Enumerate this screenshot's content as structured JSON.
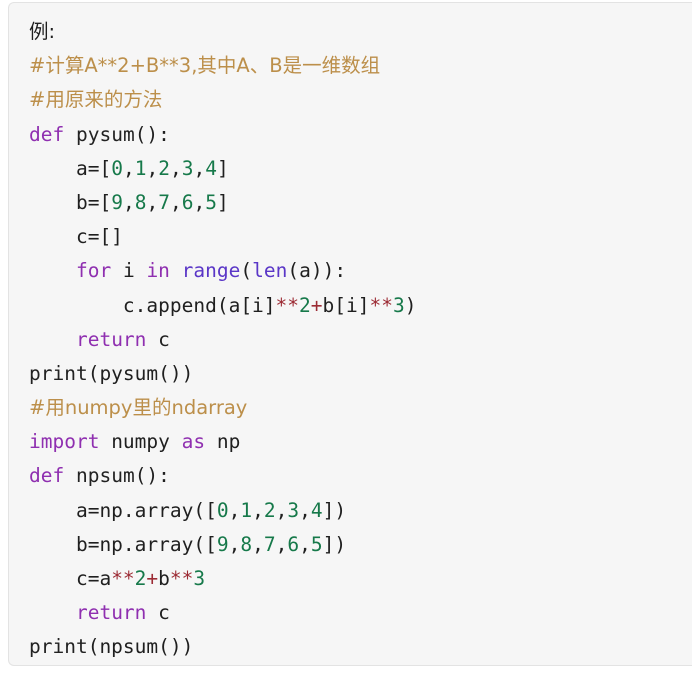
{
  "card": {
    "background_color": "#f6f6f6",
    "border_color": "#e3e3e3",
    "language": "python"
  },
  "theme": {
    "plain": "#1f1f1f",
    "comment": "#bc8f4a",
    "keyword": "#8f2fb0",
    "builtin": "#5a36c7",
    "function_name": "#1414e0",
    "print_function": "#2d27a8",
    "number": "#16794a",
    "operator": "#9c2b34"
  },
  "code": {
    "full_text": "例:\n#计算A**2+B**3,其中A、B是一维数组\n#用原来的方法\ndef pysum():\n    a=[0,1,2,3,4]\n    b=[9,8,7,6,5]\n    c=[]\n    for i in range(len(a)):\n        c.append(a[i]**2+b[i]**3)\n    return c\nprint(pysum())\n#用numpy里的ndarray\nimport numpy as np\ndef npsum():\n    a=np.array([0,1,2,3,4])\n    b=np.array([9,8,7,6,5])\n    c=a**2+b**3\n    return c\nprint(npsum())",
    "lines": [
      {
        "n": 1,
        "text": "例:",
        "tokens": [
          {
            "t": "例:",
            "c": "plain"
          }
        ]
      },
      {
        "n": 2,
        "text": "#计算A**2+B**3,其中A、B是一维数组",
        "tokens": [
          {
            "t": "#计算A**2+B**3,其中A、B是一维数组",
            "c": "comment"
          }
        ]
      },
      {
        "n": 3,
        "text": "#用原来的方法",
        "tokens": [
          {
            "t": "#用原来的方法",
            "c": "comment"
          }
        ]
      },
      {
        "n": 4,
        "text": "def pysum():",
        "tokens": [
          {
            "t": "def",
            "c": "keyword"
          },
          {
            "t": " ",
            "c": "plain"
          },
          {
            "t": "pysum",
            "c": "function_name"
          },
          {
            "t": "():",
            "c": "punct"
          }
        ]
      },
      {
        "n": 5,
        "text": "    a=[0,1,2,3,4]",
        "tokens": [
          {
            "t": "    a=[",
            "c": "plain"
          },
          {
            "t": "0",
            "c": "number"
          },
          {
            "t": ",",
            "c": "punct"
          },
          {
            "t": "1",
            "c": "number"
          },
          {
            "t": ",",
            "c": "punct"
          },
          {
            "t": "2",
            "c": "number"
          },
          {
            "t": ",",
            "c": "punct"
          },
          {
            "t": "3",
            "c": "number"
          },
          {
            "t": ",",
            "c": "punct"
          },
          {
            "t": "4",
            "c": "number"
          },
          {
            "t": "]",
            "c": "punct"
          }
        ]
      },
      {
        "n": 6,
        "text": "    b=[9,8,7,6,5]",
        "tokens": [
          {
            "t": "    b=[",
            "c": "plain"
          },
          {
            "t": "9",
            "c": "number"
          },
          {
            "t": ",",
            "c": "punct"
          },
          {
            "t": "8",
            "c": "number"
          },
          {
            "t": ",",
            "c": "punct"
          },
          {
            "t": "7",
            "c": "number"
          },
          {
            "t": ",",
            "c": "punct"
          },
          {
            "t": "6",
            "c": "number"
          },
          {
            "t": ",",
            "c": "punct"
          },
          {
            "t": "5",
            "c": "number"
          },
          {
            "t": "]",
            "c": "punct"
          }
        ]
      },
      {
        "n": 7,
        "text": "    c=[]",
        "tokens": [
          {
            "t": "    c=[]",
            "c": "plain"
          }
        ]
      },
      {
        "n": 8,
        "text": "    for i in range(len(a)):",
        "tokens": [
          {
            "t": "    ",
            "c": "plain"
          },
          {
            "t": "for",
            "c": "keyword"
          },
          {
            "t": " i ",
            "c": "plain"
          },
          {
            "t": "in",
            "c": "keyword"
          },
          {
            "t": " ",
            "c": "plain"
          },
          {
            "t": "range",
            "c": "builtin"
          },
          {
            "t": "(",
            "c": "punct"
          },
          {
            "t": "len",
            "c": "builtin"
          },
          {
            "t": "(a)):",
            "c": "punct"
          }
        ]
      },
      {
        "n": 9,
        "text": "        c.append(a[i]**2+b[i]**3)",
        "tokens": [
          {
            "t": "        c.append(a[i]",
            "c": "plain"
          },
          {
            "t": "**",
            "c": "operator"
          },
          {
            "t": "2",
            "c": "number"
          },
          {
            "t": "+",
            "c": "operator"
          },
          {
            "t": "b[i]",
            "c": "plain"
          },
          {
            "t": "**",
            "c": "operator"
          },
          {
            "t": "3",
            "c": "number"
          },
          {
            "t": ")",
            "c": "punct"
          }
        ]
      },
      {
        "n": 10,
        "text": "    return c",
        "tokens": [
          {
            "t": "    ",
            "c": "plain"
          },
          {
            "t": "return",
            "c": "keyword"
          },
          {
            "t": " c",
            "c": "plain"
          }
        ]
      },
      {
        "n": 11,
        "text": "print(pysum())",
        "tokens": [
          {
            "t": "print",
            "c": "print_function"
          },
          {
            "t": "(pysum())",
            "c": "punct"
          }
        ]
      },
      {
        "n": 12,
        "text": "#用numpy里的ndarray",
        "tokens": [
          {
            "t": "#用numpy里的ndarray",
            "c": "comment"
          }
        ]
      },
      {
        "n": 13,
        "text": "import numpy as np",
        "tokens": [
          {
            "t": "import",
            "c": "keyword"
          },
          {
            "t": " numpy ",
            "c": "plain"
          },
          {
            "t": "as",
            "c": "keyword"
          },
          {
            "t": " np",
            "c": "plain"
          }
        ]
      },
      {
        "n": 14,
        "text": "def npsum():",
        "tokens": [
          {
            "t": "def",
            "c": "keyword"
          },
          {
            "t": " ",
            "c": "plain"
          },
          {
            "t": "npsum",
            "c": "function_name"
          },
          {
            "t": "():",
            "c": "punct"
          }
        ]
      },
      {
        "n": 15,
        "text": "    a=np.array([0,1,2,3,4])",
        "tokens": [
          {
            "t": "    a=np.array([",
            "c": "plain"
          },
          {
            "t": "0",
            "c": "number"
          },
          {
            "t": ",",
            "c": "punct"
          },
          {
            "t": "1",
            "c": "number"
          },
          {
            "t": ",",
            "c": "punct"
          },
          {
            "t": "2",
            "c": "number"
          },
          {
            "t": ",",
            "c": "punct"
          },
          {
            "t": "3",
            "c": "number"
          },
          {
            "t": ",",
            "c": "punct"
          },
          {
            "t": "4",
            "c": "number"
          },
          {
            "t": "])",
            "c": "punct"
          }
        ]
      },
      {
        "n": 16,
        "text": "    b=np.array([9,8,7,6,5])",
        "tokens": [
          {
            "t": "    b=np.array([",
            "c": "plain"
          },
          {
            "t": "9",
            "c": "number"
          },
          {
            "t": ",",
            "c": "punct"
          },
          {
            "t": "8",
            "c": "number"
          },
          {
            "t": ",",
            "c": "punct"
          },
          {
            "t": "7",
            "c": "number"
          },
          {
            "t": ",",
            "c": "punct"
          },
          {
            "t": "6",
            "c": "number"
          },
          {
            "t": ",",
            "c": "punct"
          },
          {
            "t": "5",
            "c": "number"
          },
          {
            "t": "])",
            "c": "punct"
          }
        ]
      },
      {
        "n": 17,
        "text": "    c=a**2+b**3",
        "tokens": [
          {
            "t": "    c=a",
            "c": "plain"
          },
          {
            "t": "**",
            "c": "operator"
          },
          {
            "t": "2",
            "c": "number"
          },
          {
            "t": "+",
            "c": "operator"
          },
          {
            "t": "b",
            "c": "plain"
          },
          {
            "t": "**",
            "c": "operator"
          },
          {
            "t": "3",
            "c": "number"
          }
        ]
      },
      {
        "n": 18,
        "text": "    return c",
        "tokens": [
          {
            "t": "    ",
            "c": "plain"
          },
          {
            "t": "return",
            "c": "keyword"
          },
          {
            "t": " c",
            "c": "plain"
          }
        ]
      },
      {
        "n": 19,
        "text": "print(npsum())",
        "tokens": [
          {
            "t": "print",
            "c": "print_function"
          },
          {
            "t": "(npsum())",
            "c": "punct"
          }
        ]
      }
    ]
  }
}
